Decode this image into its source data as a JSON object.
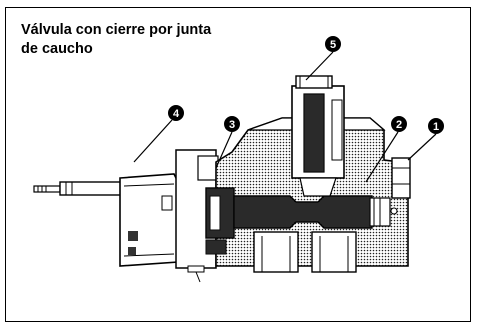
{
  "figure": {
    "title_lines": [
      "Válvula con cierre por junta",
      "de caucho"
    ],
    "callouts": [
      "1",
      "2",
      "3",
      "4",
      "5"
    ]
  }
}
